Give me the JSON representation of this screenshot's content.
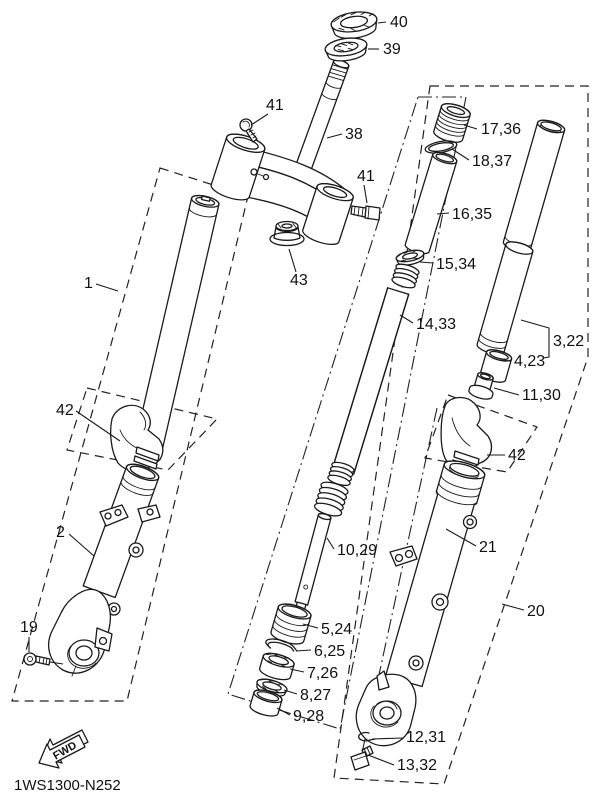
{
  "diagram": {
    "part_code": "1WS1300-N252",
    "fwd_label": "FWD",
    "colors": {
      "line": "#1a1a1a",
      "background": "#ffffff",
      "label": "#111111"
    },
    "callouts": {
      "c1": "1",
      "c2": "2",
      "c19": "19",
      "c20": "20",
      "c21": "21",
      "c38": "38",
      "c39": "39",
      "c40": "40",
      "c41_top": "41",
      "c41_side": "41",
      "c42_left": "42",
      "c42_right": "42",
      "c43": "43",
      "c3_22": "3,22",
      "c4_23": "4,23",
      "c5_24": "5,24",
      "c6_25": "6,25",
      "c7_26": "7,26",
      "c8_27": "8,27",
      "c9_28": "9,28",
      "c10_29": "10,29",
      "c11_30": "11,30",
      "c12_31": "12,31",
      "c13_32": "13,32",
      "c14_33": "14,33",
      "c15_34": "15,34",
      "c16_35": "16,35",
      "c17_36": "17,36",
      "c18_37": "18,37"
    }
  }
}
